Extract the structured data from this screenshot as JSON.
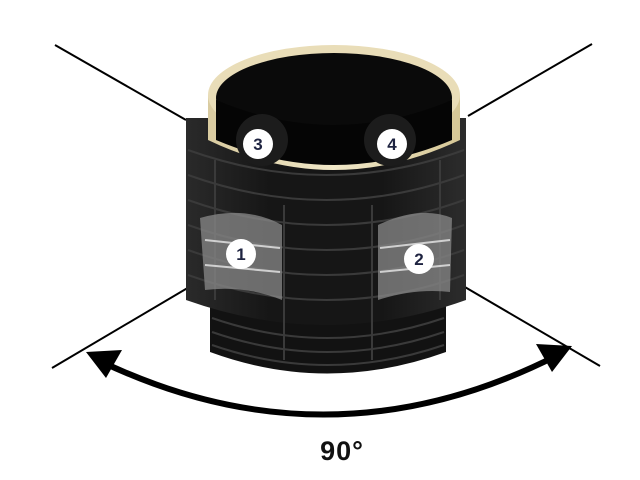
{
  "diagram": {
    "ports": [
      {
        "label": "1"
      },
      {
        "label": "2"
      },
      {
        "label": "3"
      },
      {
        "label": "4"
      }
    ],
    "rotation_label": "90°",
    "colors": {
      "body": "#1a1a1a",
      "rim": "#e8dcb4",
      "interior": "#0a0a0a",
      "badge": "#ffffff",
      "badge_text": "#1e2340",
      "lines": "#000000"
    }
  }
}
